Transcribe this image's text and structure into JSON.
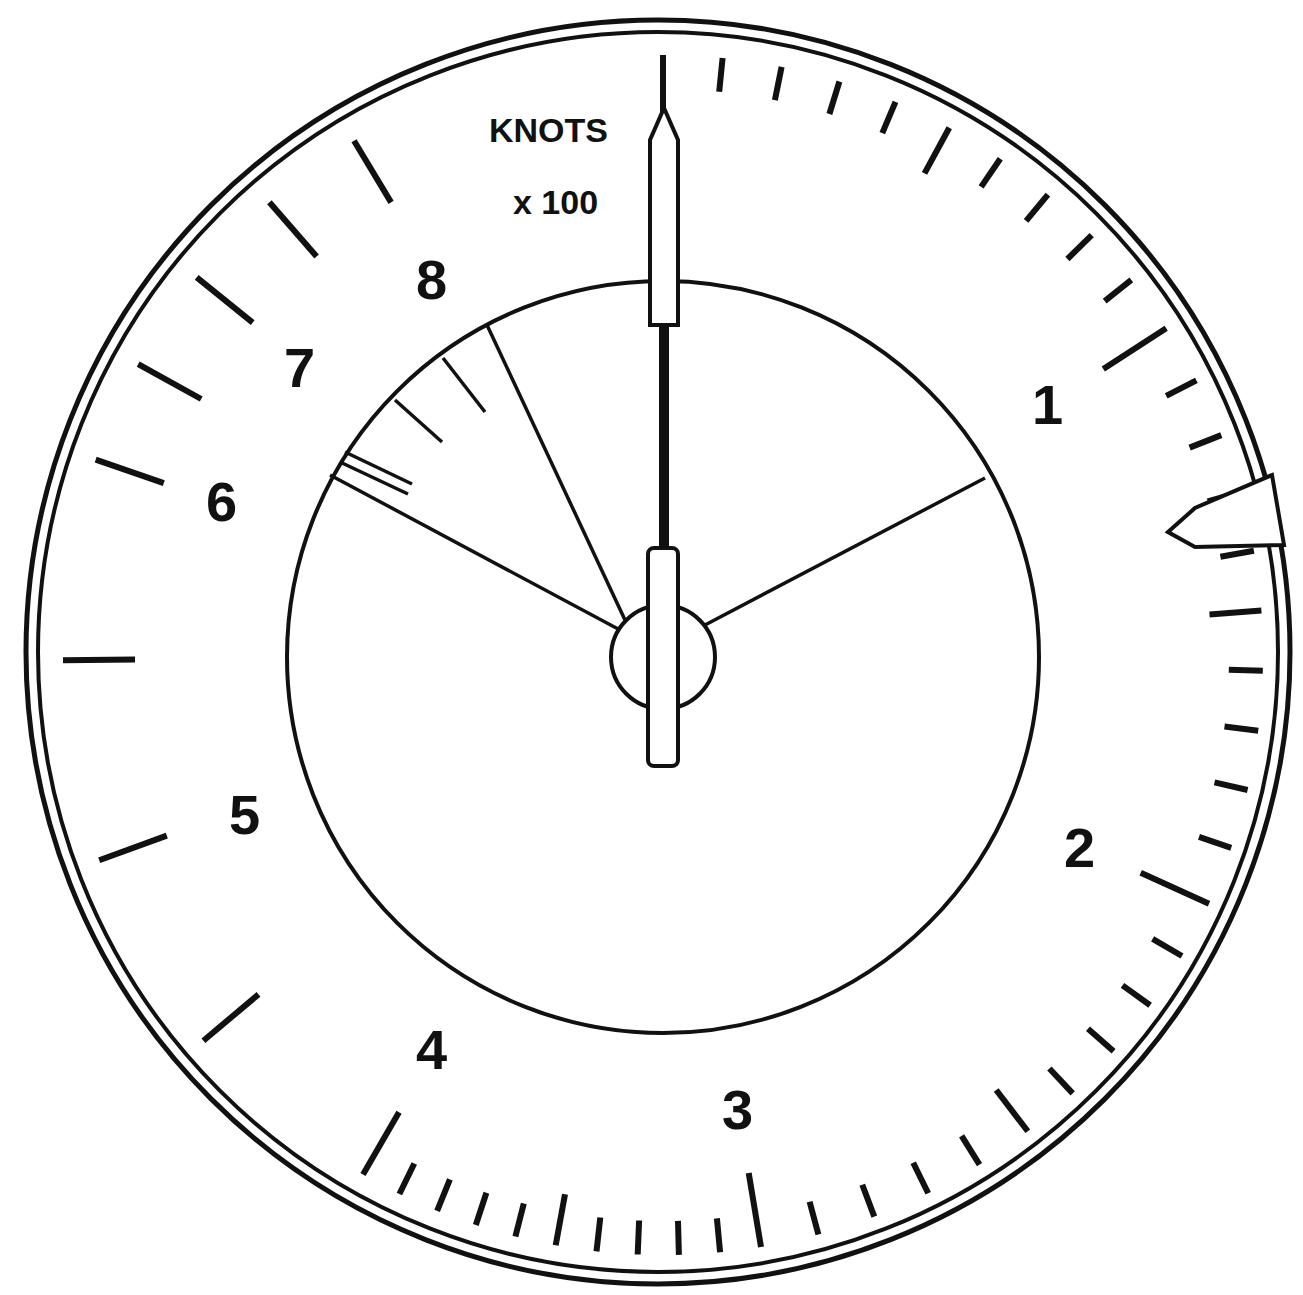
{
  "diagram": {
    "labels": [
      "KNOTS",
      "x 100",
      "1",
      "2",
      "3",
      "4",
      "5",
      "6",
      "7",
      "8"
    ]
  }
}
